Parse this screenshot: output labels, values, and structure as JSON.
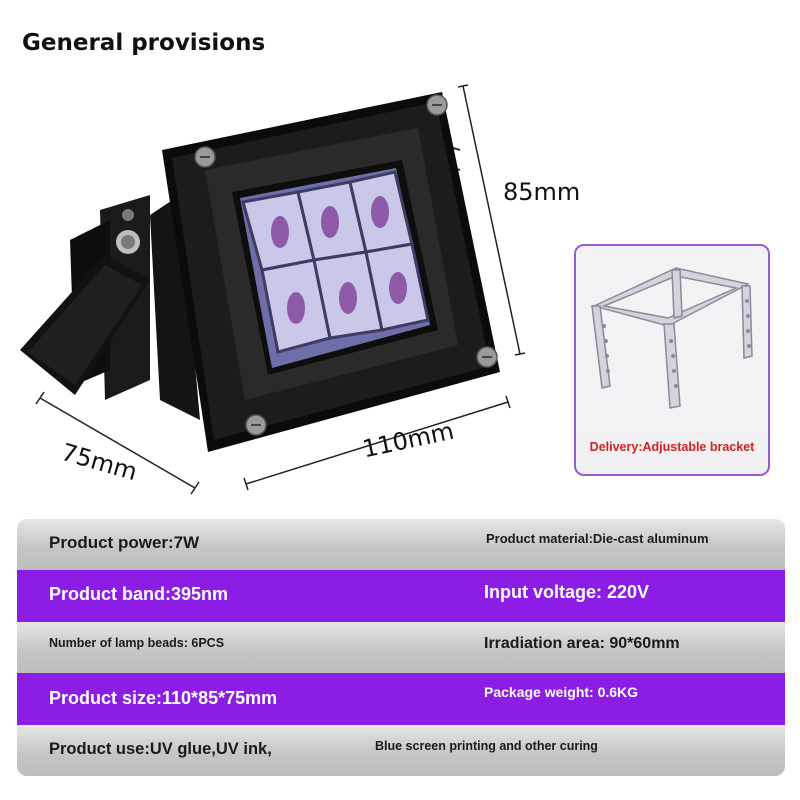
{
  "page": {
    "title": "General provisions"
  },
  "dimensions": {
    "height": "85mm",
    "width": "110mm",
    "depth": "75mm"
  },
  "bracket": {
    "caption": "Delivery:Adjustable bracket"
  },
  "specs": [
    {
      "left": "Product power:7W",
      "right": "Product material:Die-cast aluminum",
      "style": "gray"
    },
    {
      "left": "Product band:395nm",
      "right": "Input voltage: 220V",
      "style": "purple"
    },
    {
      "left": "Number of lamp beads: 6PCS",
      "right": "Irradiation area: 90*60mm",
      "style": "gray"
    },
    {
      "left": "Product size:110*85*75mm",
      "right": "Package weight: 0.6KG",
      "style": "purple"
    },
    {
      "left": "Product use:UV glue,UV ink,",
      "right": "Blue screen printing and other curing",
      "style": "gray"
    }
  ],
  "colors": {
    "accent_purple": "#8c1de4",
    "caption_red": "#d12222",
    "row_gray": "#c6c6c6"
  },
  "icons": {
    "product": "uv-flood-lamp-image",
    "bracket": "adjustable-bracket-image"
  }
}
